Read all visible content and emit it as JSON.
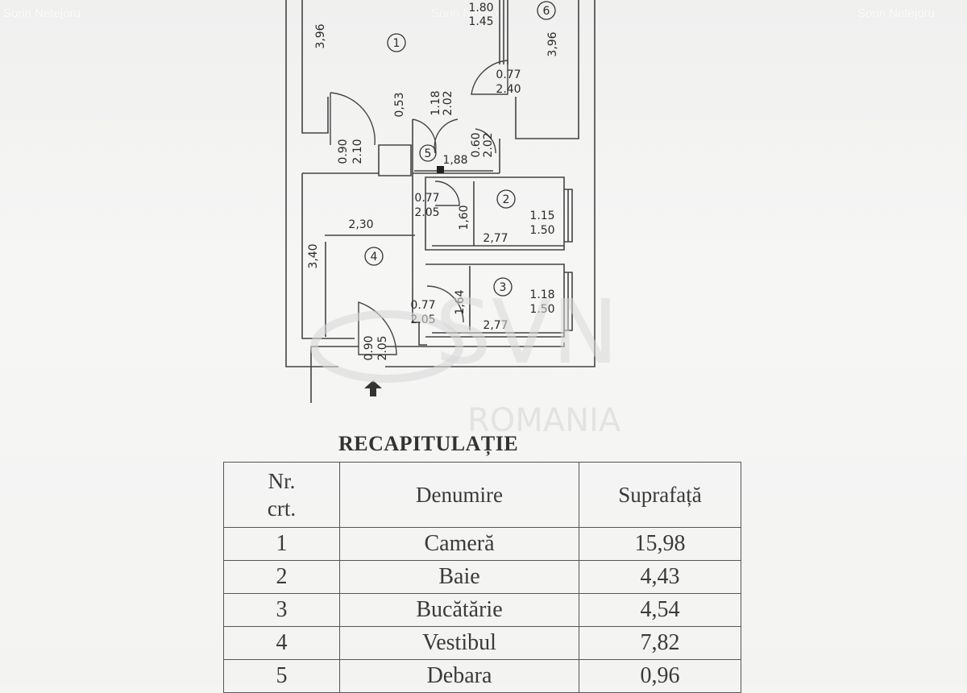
{
  "watermarks": {
    "author_left": "Sorin Netejoru",
    "author_center": "Sorin Netejoru",
    "author_right": "Sorin Netejoru",
    "logo_text": "SVN",
    "logo_sub": "ROMANIA"
  },
  "floor_plan": {
    "rooms": [
      {
        "id": "1",
        "label": "1"
      },
      {
        "id": "2",
        "label": "2"
      },
      {
        "id": "3",
        "label": "3"
      },
      {
        "id": "4",
        "label": "4"
      },
      {
        "id": "5",
        "label": "5"
      },
      {
        "id": "6",
        "label": "6"
      }
    ],
    "dimensions": {
      "room1_left_height": "3,96",
      "room6_height": "3,96",
      "window_top_w": "1.80",
      "window_top_h": "1.45",
      "door6_w": "0.77",
      "door6_h": "2.40",
      "door1_w": "0.90",
      "door1_h": "2.10",
      "closet_depth": "0,53",
      "closet_door_w": "1.18",
      "closet_door_h": "2.02",
      "closet_door2_w": "0.60",
      "closet_door2_h": "2.02",
      "closet_width": "1,88",
      "bath_door_w": "0.77",
      "bath_door_h": "2.05",
      "bath_height": "1,60",
      "bath_width": "2,77",
      "bath_window_w": "1.15",
      "bath_window_h": "1.50",
      "hall_width": "2,30",
      "hall_height": "3,40",
      "kitchen_door_w": "0.77",
      "kitchen_door_h": "2.05",
      "kitchen_height": "1,64",
      "kitchen_width": "2,77",
      "kitchen_window_w": "1.18",
      "kitchen_window_h": "1.50",
      "entry_door_w": "0.90",
      "entry_door_h": "2.05"
    }
  },
  "recap": {
    "title": "RECAPITULAȚIE",
    "headers": {
      "nr_line1": "Nr.",
      "nr_line2": "crt.",
      "name": "Denumire",
      "area": "Suprafață"
    },
    "rows": [
      {
        "nr": "1",
        "name": "Cameră",
        "area": "15,98"
      },
      {
        "nr": "2",
        "name": "Baie",
        "area": "4,43"
      },
      {
        "nr": "3",
        "name": "Bucătărie",
        "area": "4,54"
      },
      {
        "nr": "4",
        "name": "Vestibul",
        "area": "7,82"
      },
      {
        "nr": "5",
        "name": "Debara",
        "area": "0,96"
      }
    ]
  }
}
